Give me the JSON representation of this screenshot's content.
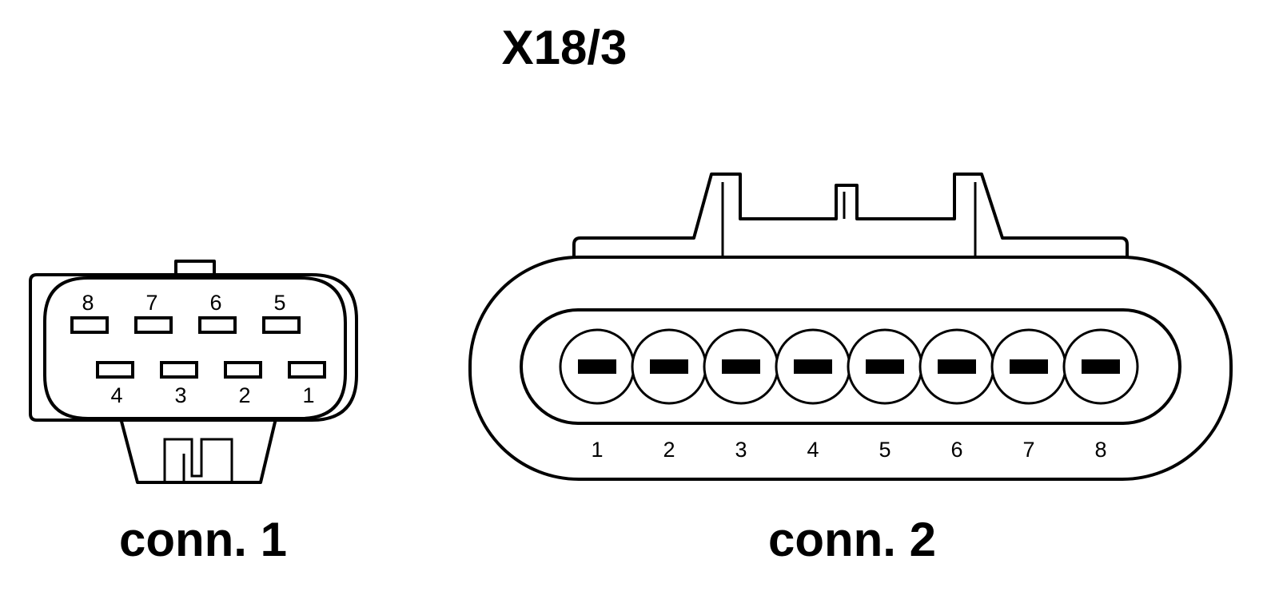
{
  "title": "X18/3",
  "connector1": {
    "caption": "conn. 1",
    "top_row_pins": [
      "8",
      "7",
      "6",
      "5"
    ],
    "bottom_row_pins": [
      "4",
      "3",
      "2",
      "1"
    ]
  },
  "connector2": {
    "caption": "conn. 2",
    "pins": [
      "1",
      "2",
      "3",
      "4",
      "5",
      "6",
      "7",
      "8"
    ]
  }
}
